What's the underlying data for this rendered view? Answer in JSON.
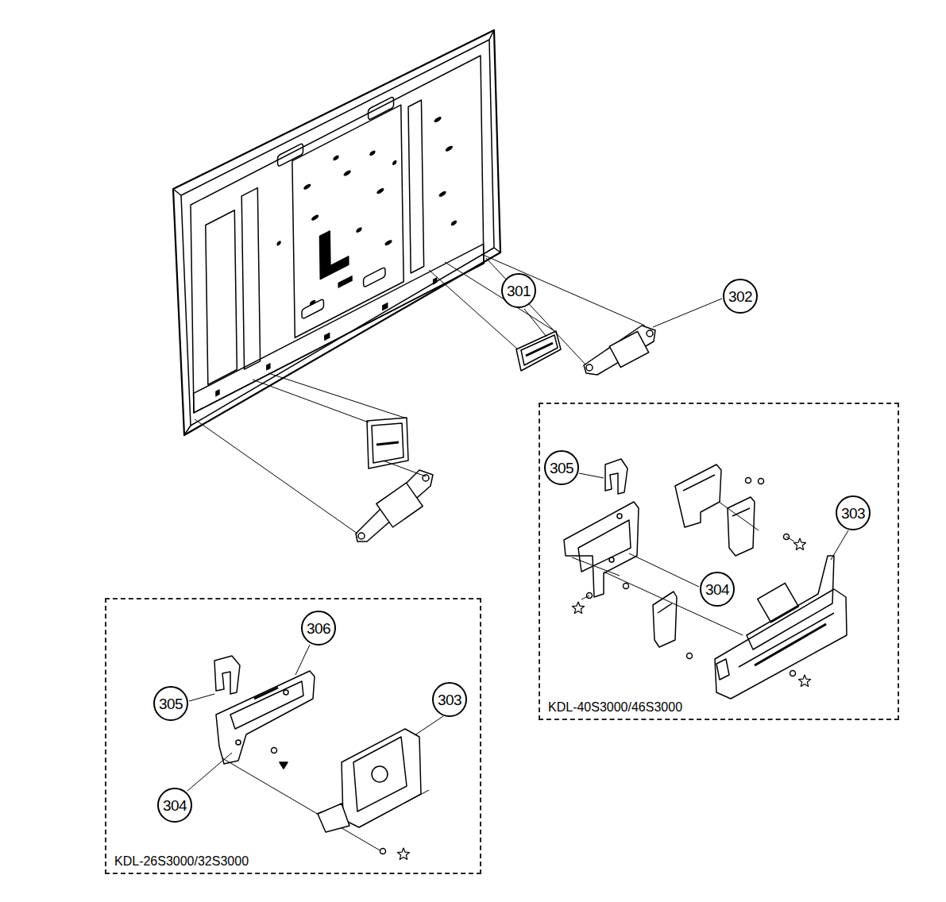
{
  "diagram": {
    "nodes": [
      {
        "text": [
          "301"
        ]
      },
      {
        "text": [
          "302"
        ]
      },
      {
        "text": [
          "KDL-40S3000/46S3000"
        ]
      },
      {
        "text": [
          "305"
        ],
        "in": 2
      },
      {
        "text": [
          "303"
        ],
        "in": 2
      },
      {
        "text": [
          "304"
        ],
        "in": 2
      },
      {
        "text": [
          "KDL-26S3000/32S3000"
        ]
      },
      {
        "text": [
          "306"
        ],
        "in": 6
      },
      {
        "text": [
          "305"
        ],
        "in": 6
      },
      {
        "text": [
          "303"
        ],
        "in": 6
      },
      {
        "text": [
          "304"
        ],
        "in": 6
      }
    ]
  }
}
